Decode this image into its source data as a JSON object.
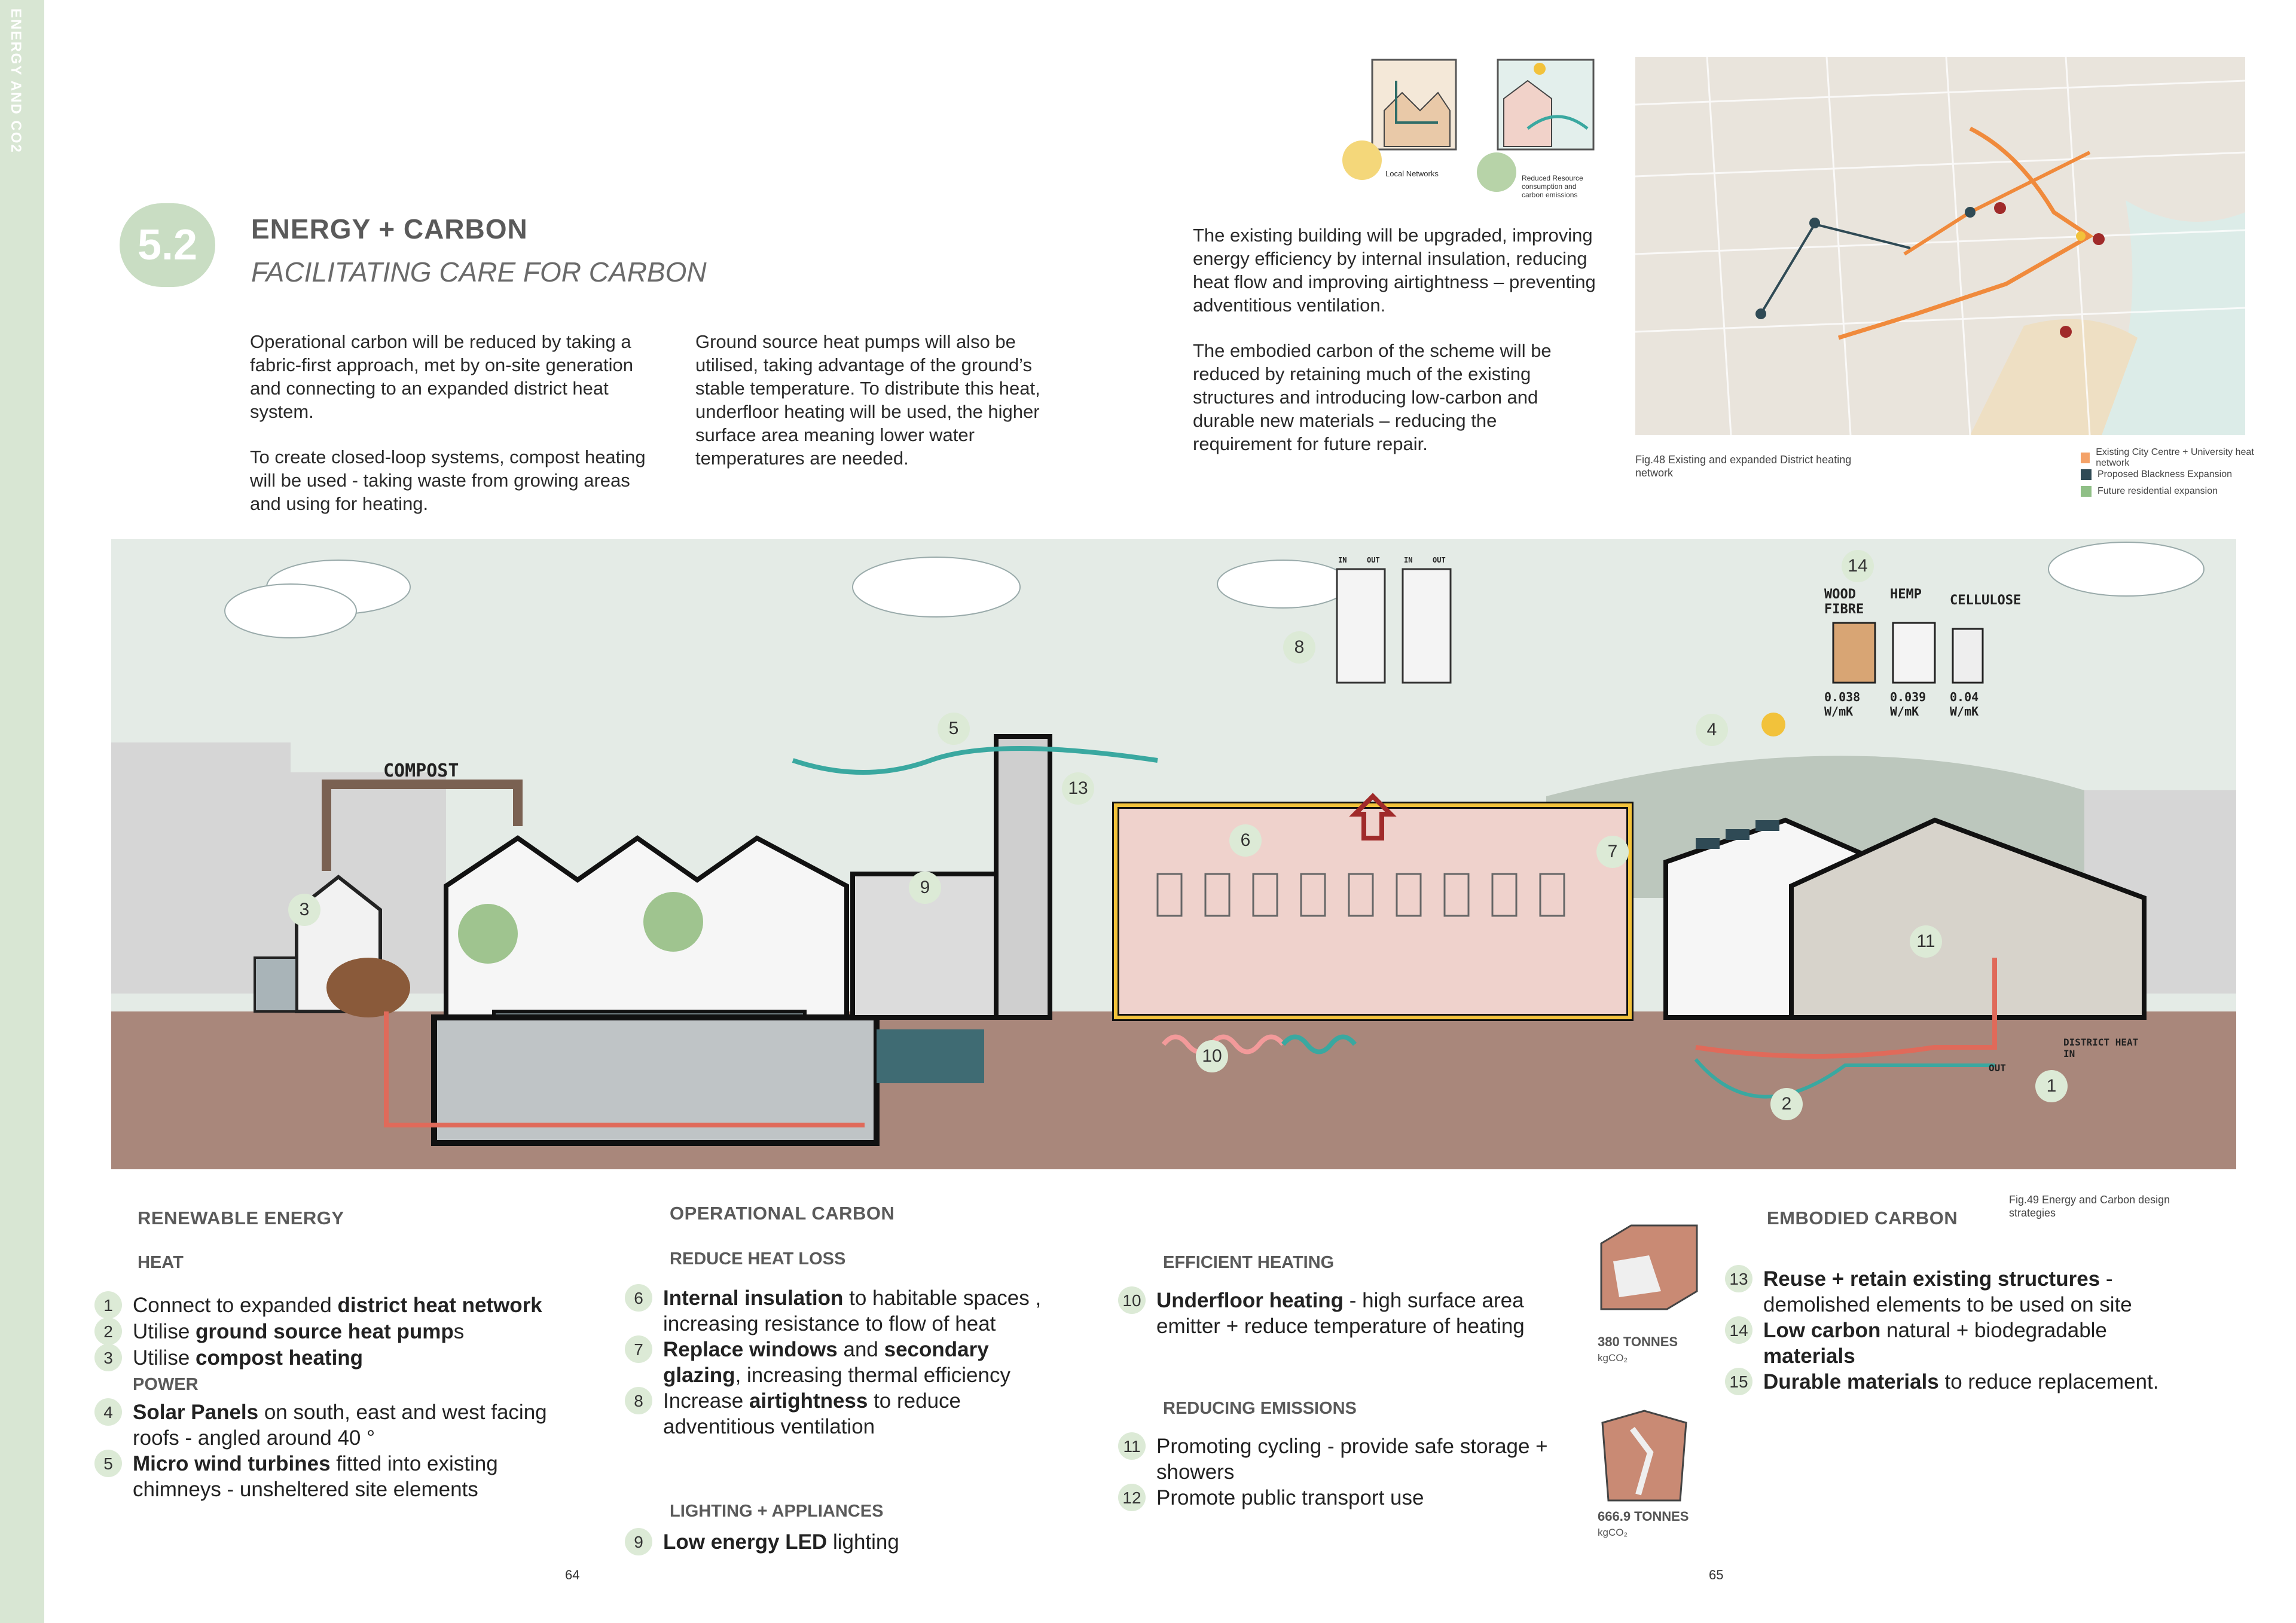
{
  "side_tab": "ENERGY AND CO2",
  "section": {
    "number": "5.2",
    "title": "ENERGY + CARBON",
    "subtitle": "FACILITATING CARE FOR CARBON"
  },
  "intro": {
    "col1": [
      "Operational carbon will be reduced by taking a fabric-first approach, met by on-site generation and connecting to an expanded district heat system.",
      "To create closed-loop systems, compost heating will be used - taking waste from growing areas and using for heating."
    ],
    "col2": [
      "Ground source heat pumps will also be utilised, taking advantage of the ground’s stable temperature. To distribute this heat, underfloor heating will be used, the higher surface area meaning lower water temperatures are needed."
    ],
    "col3": [
      "The existing building will be upgraded, improving energy efficiency by internal insulation, reducing heat flow and improving airtightness – preventing adventitious ventilation.",
      "The embodied carbon of the scheme will be reduced by retaining much of the existing structures and introducing low-carbon and durable new materials – reducing the requirement for future repair."
    ]
  },
  "icons": {
    "local_networks": "Local Networks",
    "reduced_resource": "Reduced Resource consumption and carbon emissions"
  },
  "map": {
    "caption": "Fig.48 Existing and expanded District heating network",
    "legend": [
      {
        "label": "Existing City Centre + University heat network",
        "color": "#f4a268"
      },
      {
        "label": "Proposed Blackness Expansion",
        "color": "#2f4a55"
      },
      {
        "label": "Future residential expansion",
        "color": "#8fbf86"
      }
    ]
  },
  "section_drawing": {
    "compost_label": "COMPOST",
    "materials": [
      {
        "name": "WOOD FIBRE",
        "value": "0.038 W/mK",
        "color": "#d8a574"
      },
      {
        "name": "HEMP",
        "value": "0.039 W/mK",
        "color": "#f4f4f4"
      },
      {
        "name": "CELLULOSE",
        "value": "0.04 W/mK",
        "color": "#eeeeee"
      }
    ],
    "window_labels": [
      "IN",
      "OUT",
      "IN",
      "OUT"
    ],
    "out_label": "OUT",
    "district_heat_in": "DISTRICT HEAT IN",
    "caption": "Fig.49 Energy and Carbon design strategies",
    "markers": [
      {
        "n": "1"
      },
      {
        "n": "2"
      },
      {
        "n": "3"
      },
      {
        "n": "4"
      },
      {
        "n": "5"
      },
      {
        "n": "6"
      },
      {
        "n": "7"
      },
      {
        "n": "8"
      },
      {
        "n": "9"
      },
      {
        "n": "10"
      },
      {
        "n": "11"
      },
      {
        "n": "13"
      },
      {
        "n": "14"
      }
    ]
  },
  "renewable": {
    "heading": "RENEWABLE ENERGY",
    "heat_heading": "HEAT",
    "power_heading": "POWER",
    "items": [
      {
        "n": "1",
        "pre": "Connect to expanded ",
        "bold": "district heat network",
        "post": ""
      },
      {
        "n": "2",
        "pre": "Utilise ",
        "bold": "ground source heat pump",
        "post": "s"
      },
      {
        "n": "3",
        "pre": "Utilise ",
        "bold": "compost heating",
        "post": ""
      },
      {
        "n": "4",
        "pre": "",
        "bold": "Solar Panels",
        "post": " on south, east and west facing roofs - angled around 40 °"
      },
      {
        "n": "5",
        "pre": "",
        "bold": "Micro wind turbines",
        "post": " fitted into existing chimneys - unsheltered site elements"
      }
    ]
  },
  "operational": {
    "heading": "OPERATIONAL CARBON",
    "reduce_heading": "REDUCE HEAT LOSS",
    "lighting_heading": "LIGHTING + APPLIANCES",
    "items": [
      {
        "n": "6",
        "pre": "",
        "bold": "Internal insulation",
        "post": " to habitable spaces , increasing resistance to flow of heat"
      },
      {
        "n": "7",
        "pre": "",
        "bold": "Replace windows",
        "mid": " and ",
        "bold2": "secondary glazing",
        "post": ", increasing thermal efficiency"
      },
      {
        "n": "8",
        "pre": "Increase ",
        "bold": "airtightness",
        "post": " to reduce adventitious ventilation"
      },
      {
        "n": "9",
        "pre": "",
        "bold": "Low energy LED",
        "post": " lighting"
      }
    ]
  },
  "efficient": {
    "heading": "EFFICIENT HEATING",
    "emissions_heading": "REDUCING EMISSIONS",
    "items": [
      {
        "n": "10",
        "pre": "",
        "bold": "Underfloor heating",
        "post": " - high surface area emitter + reduce temperature of heating"
      },
      {
        "n": "11",
        "pre": "Promoting cycling - provide safe storage + showers",
        "bold": "",
        "post": ""
      },
      {
        "n": "12",
        "pre": "Promote public transport use",
        "bold": "",
        "post": ""
      }
    ]
  },
  "embodied": {
    "heading": "EMBODIED CARBON",
    "stat1": {
      "value": "380 TONNES",
      "unit": "kgCO₂"
    },
    "stat2": {
      "value": "666.9 TONNES",
      "unit": "kgCO₂"
    },
    "items": [
      {
        "n": "13",
        "pre": "",
        "bold": "Reuse + retain existing structures",
        "post": " - demolished elements to be used on site"
      },
      {
        "n": "14",
        "pre": "",
        "bold": "Low carbon",
        "post": " natural + biodegradable ",
        "bold2": "materials"
      },
      {
        "n": "15",
        "pre": "",
        "bold": "Durable materials",
        "post": " to reduce replacement."
      }
    ]
  },
  "pages": {
    "left": "64",
    "right": "65"
  }
}
